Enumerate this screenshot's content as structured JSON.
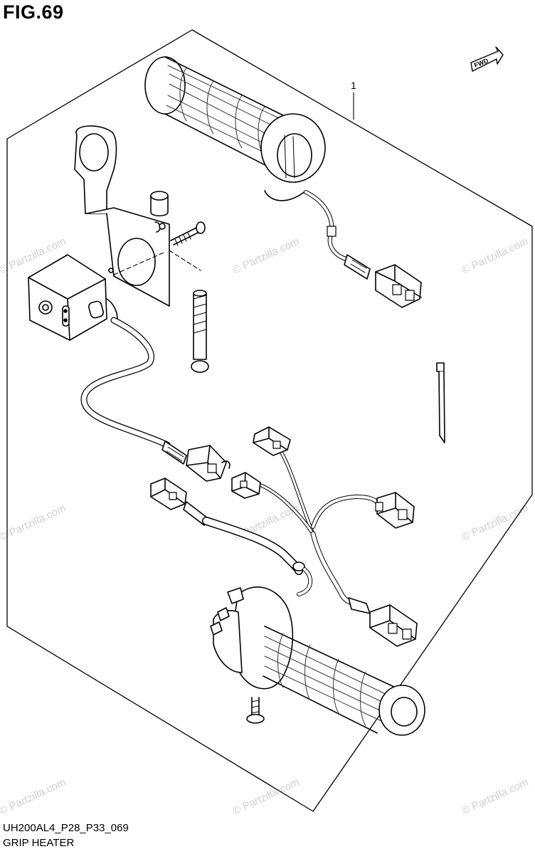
{
  "figure": {
    "title": "FIG.69"
  },
  "callouts": [
    {
      "number": "1"
    }
  ],
  "fwd_label": "FWD",
  "watermark": "© Partzilla.com",
  "footer": {
    "code": "UH200AL4_P28_P33_069",
    "name": "GRIP HEATER"
  }
}
